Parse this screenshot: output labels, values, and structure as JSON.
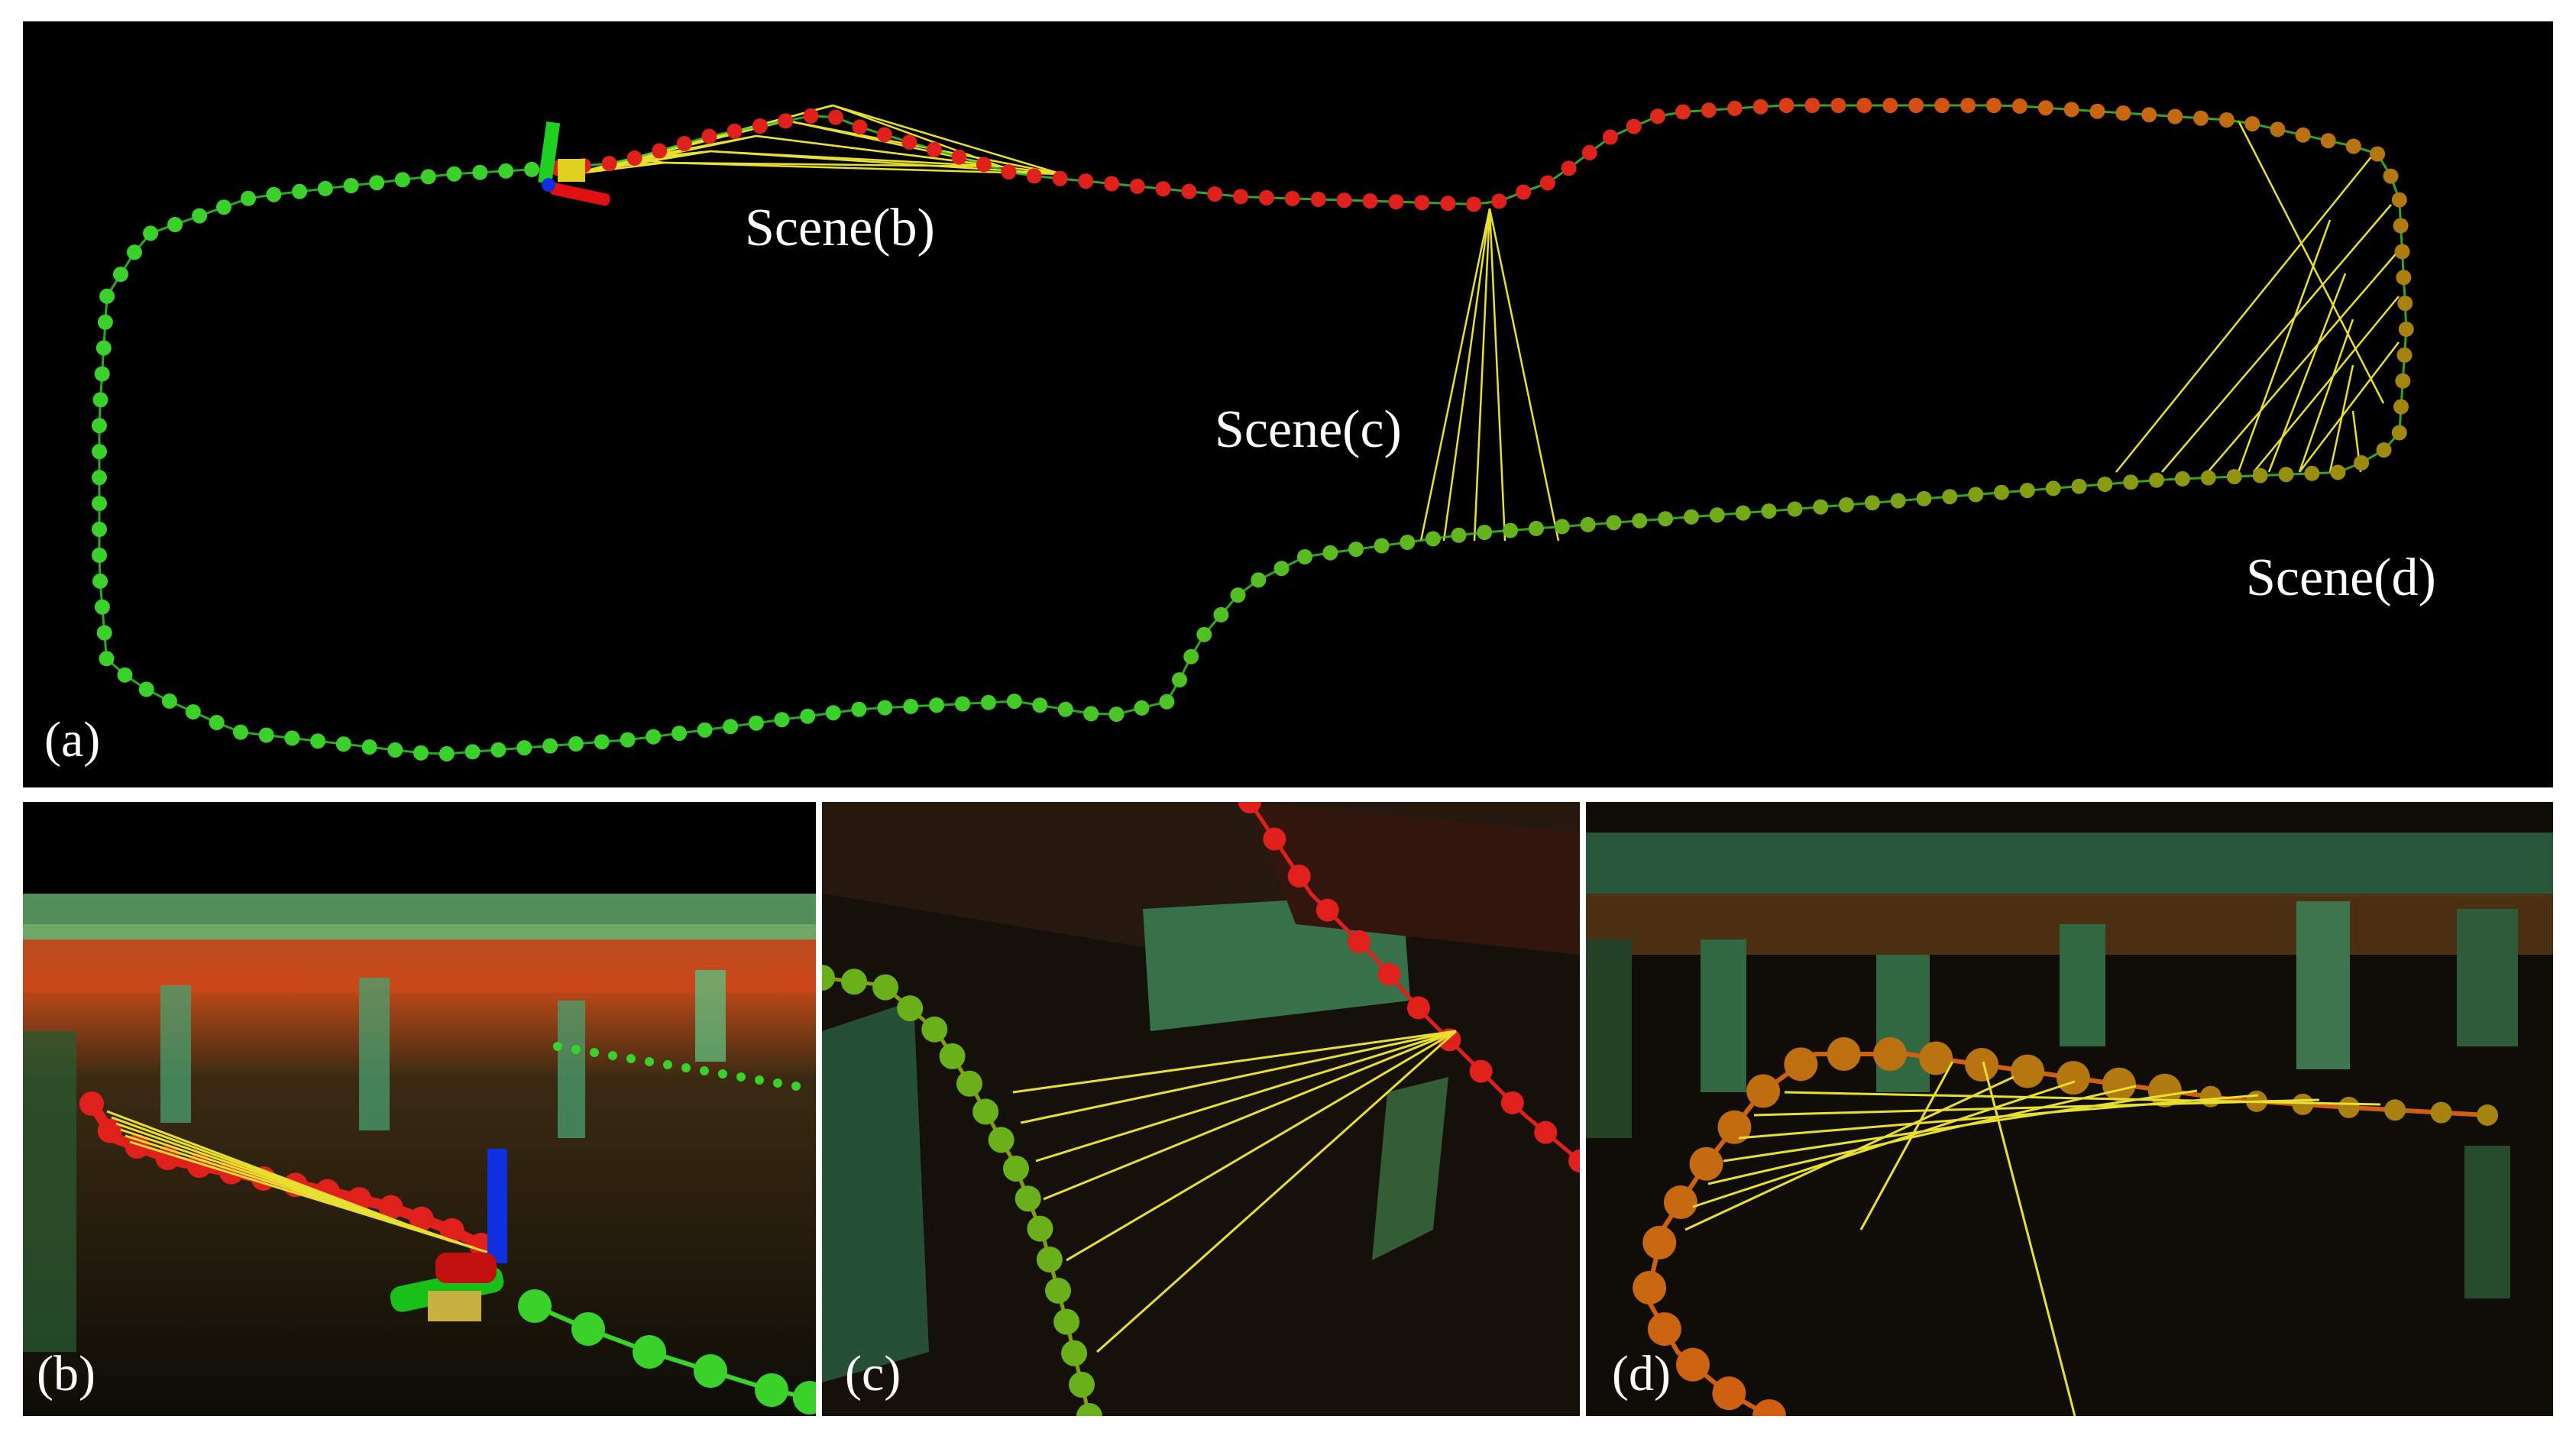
{
  "figure": {
    "panels": {
      "a": {
        "tag": "(a)"
      },
      "b": {
        "tag": "(b)"
      },
      "c": {
        "tag": "(c)"
      },
      "d": {
        "tag": "(d)"
      }
    },
    "scene_labels": {
      "b": "Scene(b)",
      "c": "Scene(c)",
      "d": "Scene(d)"
    }
  },
  "colors": {
    "background": "#000000",
    "separator": "#ffffff",
    "trajectory_green": "#39d12a",
    "trajectory_olive": "#8a9a10",
    "trajectory_red": "#e0201a",
    "trajectory_orange": "#d06010",
    "loop_closure": "#e8e030",
    "axis_red": "#e01010",
    "axis_green": "#20d020",
    "axis_blue": "#1030e0"
  }
}
